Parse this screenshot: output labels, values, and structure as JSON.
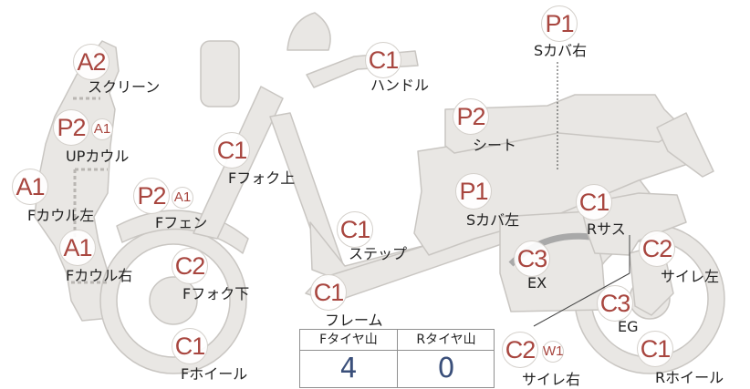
{
  "parts": [
    {
      "id": "screen",
      "grade": "A2",
      "sub": "",
      "label": "スクリーン"
    },
    {
      "id": "up-cowl",
      "grade": "P2",
      "sub": "A1",
      "label": "UPカウル"
    },
    {
      "id": "f-cowl-l",
      "grade": "A1",
      "sub": "",
      "label": "Fカウル左"
    },
    {
      "id": "f-cowl-r",
      "grade": "A1",
      "sub": "",
      "label": "Fカウル右"
    },
    {
      "id": "f-fender",
      "grade": "P2",
      "sub": "A1",
      "label": "Fフェン"
    },
    {
      "id": "f-fork-u",
      "grade": "C1",
      "sub": "",
      "label": "Fフォク上"
    },
    {
      "id": "f-fork-l",
      "grade": "C2",
      "sub": "",
      "label": "Fフォク下"
    },
    {
      "id": "f-wheel",
      "grade": "C1",
      "sub": "",
      "label": "Fホイール"
    },
    {
      "id": "handle",
      "grade": "C1",
      "sub": "",
      "label": "ハンドル"
    },
    {
      "id": "step",
      "grade": "C1",
      "sub": "",
      "label": "ステップ"
    },
    {
      "id": "frame",
      "grade": "C1",
      "sub": "",
      "label": "フレーム"
    },
    {
      "id": "seat",
      "grade": "P2",
      "sub": "",
      "label": "シート"
    },
    {
      "id": "s-cover-r",
      "grade": "P1",
      "sub": "",
      "label": "Sカバ右"
    },
    {
      "id": "s-cover-l",
      "grade": "P1",
      "sub": "",
      "label": "Sカバ左"
    },
    {
      "id": "r-sus",
      "grade": "C1",
      "sub": "",
      "label": "Rサス"
    },
    {
      "id": "ex",
      "grade": "C3",
      "sub": "",
      "label": "EX"
    },
    {
      "id": "muffler-l",
      "grade": "C2",
      "sub": "",
      "label": "サイレ左"
    },
    {
      "id": "eg",
      "grade": "C3",
      "sub": "",
      "label": "EG"
    },
    {
      "id": "r-wheel",
      "grade": "C1",
      "sub": "",
      "label": "Rホイール"
    },
    {
      "id": "muffler-r",
      "grade": "C2",
      "sub": "W1",
      "label": "サイレ右"
    }
  ],
  "tire_table": {
    "front_header": "Fタイヤ山",
    "rear_header": "Rタイヤ山",
    "front_value": "4",
    "rear_value": "0"
  },
  "colors": {
    "grade_text": "#a8463f",
    "part_fill": "#e9e7e4",
    "part_stroke": "#c9c6c2",
    "tire_value": "#3a4f7a"
  }
}
